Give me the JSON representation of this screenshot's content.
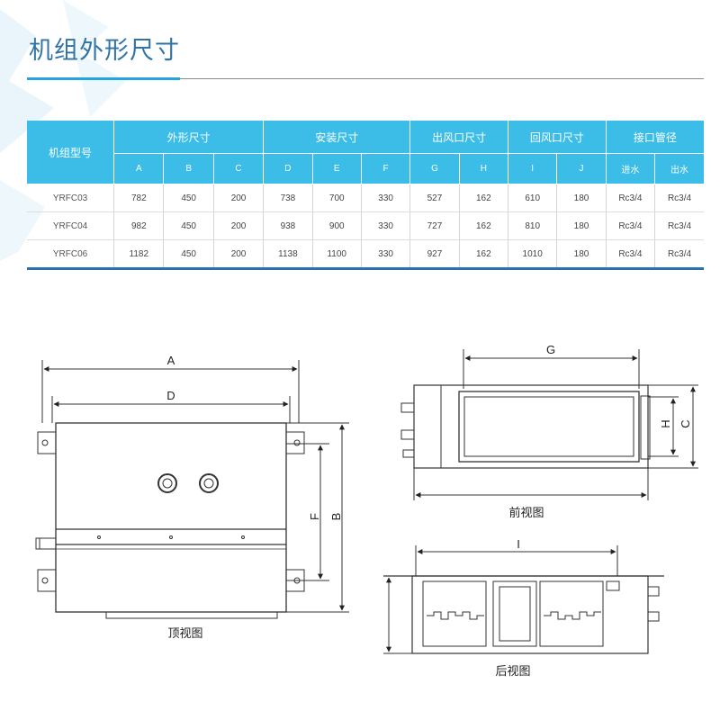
{
  "title": "机组外形尺寸",
  "table": {
    "model_header": "机组型号",
    "groups": [
      {
        "label": "外形尺寸",
        "cols": [
          "A",
          "B",
          "C"
        ]
      },
      {
        "label": "安装尺寸",
        "cols": [
          "D",
          "E",
          "F"
        ]
      },
      {
        "label": "出风口尺寸",
        "cols": [
          "G",
          "H"
        ]
      },
      {
        "label": "回风口尺寸",
        "cols": [
          "I",
          "J"
        ]
      },
      {
        "label": "接口管径",
        "cols": [
          "进水",
          "出水"
        ]
      }
    ],
    "rows": [
      {
        "model": "YRFC03",
        "values": [
          "782",
          "450",
          "200",
          "738",
          "700",
          "330",
          "527",
          "162",
          "610",
          "180",
          "Rc3/4",
          "Rc3/4"
        ]
      },
      {
        "model": "YRFC04",
        "values": [
          "982",
          "450",
          "200",
          "938",
          "900",
          "330",
          "727",
          "162",
          "810",
          "180",
          "Rc3/4",
          "Rc3/4"
        ]
      },
      {
        "model": "YRFC06",
        "values": [
          "1182",
          "450",
          "200",
          "1138",
          "1100",
          "330",
          "927",
          "162",
          "1010",
          "180",
          "Rc3/4",
          "Rc3/4"
        ]
      }
    ]
  },
  "drawings": {
    "top_view": {
      "caption": "顶视图",
      "dim_a": "A",
      "dim_d": "D",
      "dim_f": "F",
      "dim_b": "B"
    },
    "front_view": {
      "caption": "前视图",
      "dim_g": "G",
      "dim_h": "H",
      "dim_c": "C"
    },
    "rear_view": {
      "caption": "后视图",
      "dim_i": "I"
    }
  },
  "colors": {
    "accent": "#23a7db",
    "header_bg": "#3bbde8",
    "title": "#2f74a6",
    "table_bottom": "#2a6fb2"
  }
}
